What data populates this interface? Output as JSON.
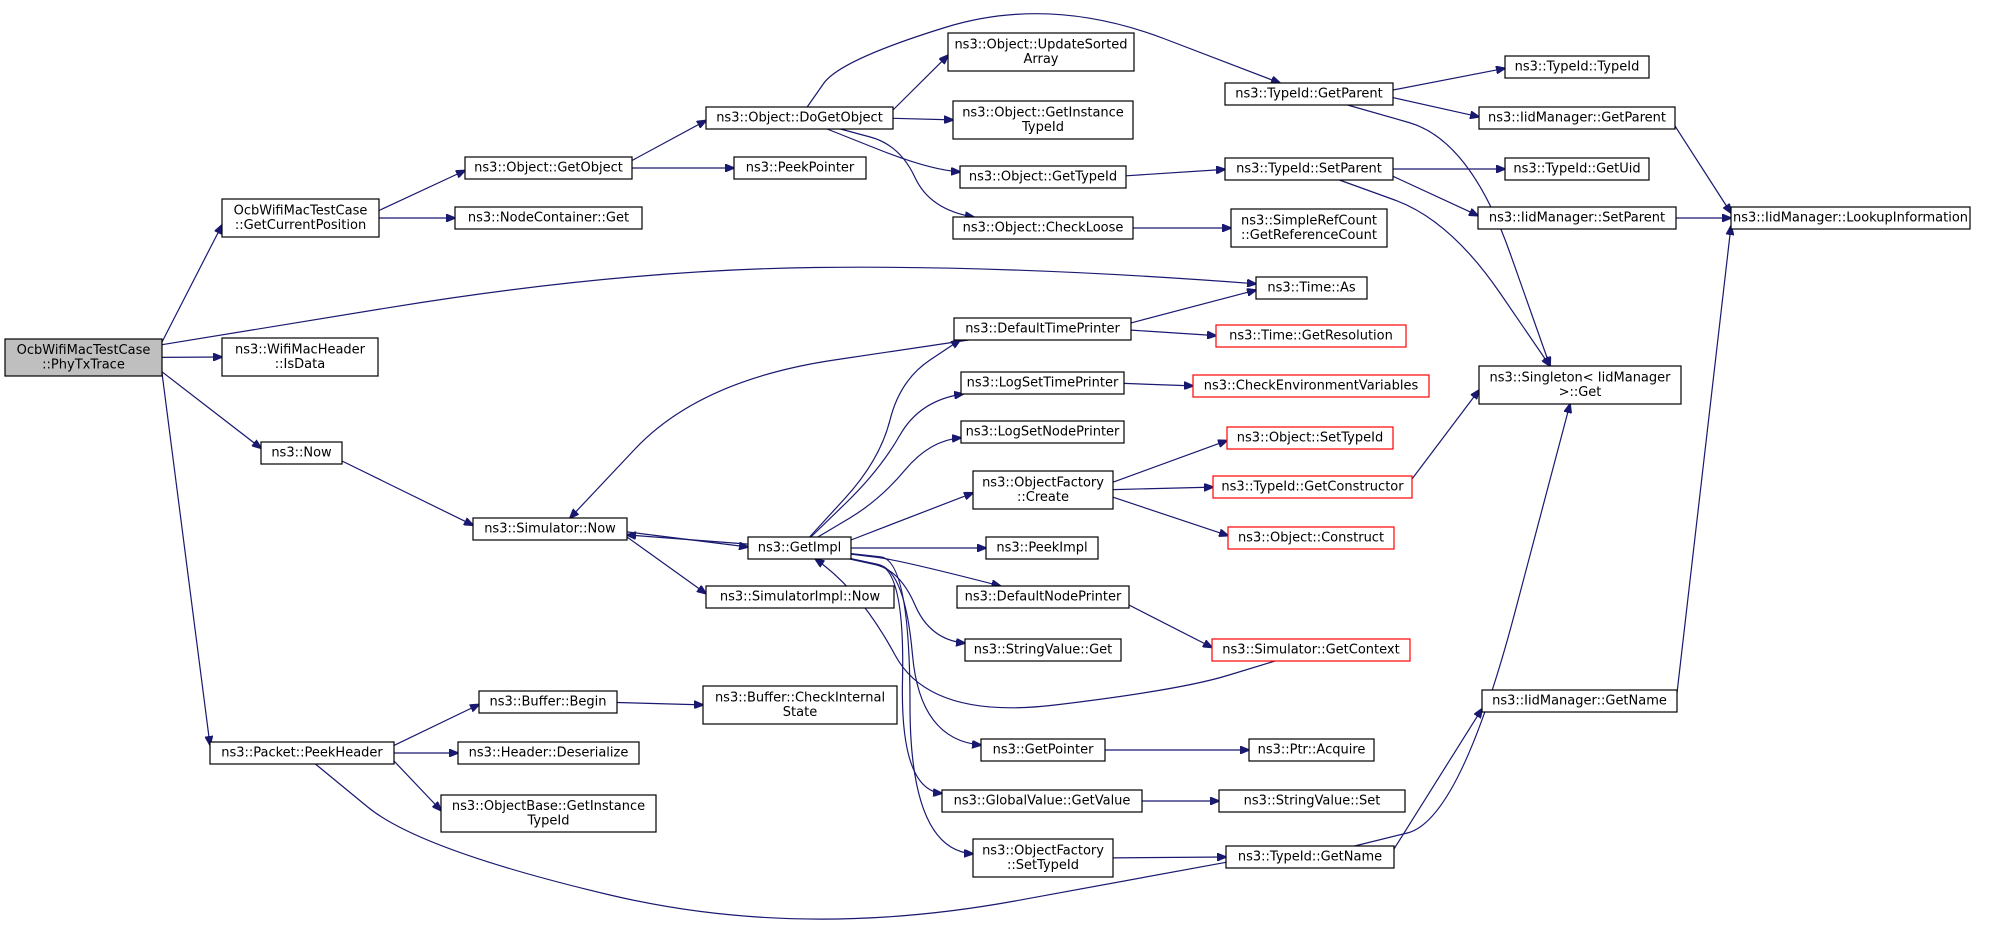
{
  "colors": {
    "edge": "#191970",
    "root_fill": "#bfbfbf",
    "external_border": "#ff0000",
    "border": "#000000",
    "background": "#ffffff"
  },
  "nodes": [
    {
      "id": "root",
      "lines": [
        "OcbWifiMacTestCase",
        "::PhyTxTrace"
      ],
      "style": "root"
    },
    {
      "id": "getcurpos",
      "lines": [
        "OcbWifiMacTestCase",
        "::GetCurrentPosition"
      ]
    },
    {
      "id": "isdata",
      "lines": [
        "ns3::WifiMacHeader",
        "::IsData"
      ]
    },
    {
      "id": "now",
      "lines": [
        "ns3::Now"
      ]
    },
    {
      "id": "peekheader",
      "lines": [
        "ns3::Packet::PeekHeader"
      ]
    },
    {
      "id": "getobject",
      "lines": [
        "ns3::Object::GetObject"
      ]
    },
    {
      "id": "nodecontainer",
      "lines": [
        "ns3::NodeContainer::Get"
      ]
    },
    {
      "id": "simnow",
      "lines": [
        "ns3::Simulator::Now"
      ]
    },
    {
      "id": "bufbegin",
      "lines": [
        "ns3::Buffer::Begin"
      ]
    },
    {
      "id": "deserialize",
      "lines": [
        "ns3::Header::Deserialize"
      ]
    },
    {
      "id": "objbasegetinst",
      "lines": [
        "ns3::ObjectBase::GetInstance",
        "TypeId"
      ]
    },
    {
      "id": "dogetobject",
      "lines": [
        "ns3::Object::DoGetObject"
      ]
    },
    {
      "id": "peekpointer",
      "lines": [
        "ns3::PeekPointer"
      ]
    },
    {
      "id": "getimpl",
      "lines": [
        "ns3::GetImpl"
      ]
    },
    {
      "id": "simimplnow",
      "lines": [
        "ns3::SimulatorImpl::Now"
      ]
    },
    {
      "id": "bufcheck",
      "lines": [
        "ns3::Buffer::CheckInternal",
        "State"
      ]
    },
    {
      "id": "updatesorted",
      "lines": [
        "ns3::Object::UpdateSorted",
        "Array"
      ]
    },
    {
      "id": "getinsttypeid",
      "lines": [
        "ns3::Object::GetInstance",
        "TypeId"
      ]
    },
    {
      "id": "objgettypeid",
      "lines": [
        "ns3::Object::GetTypeId"
      ]
    },
    {
      "id": "checkloose",
      "lines": [
        "ns3::Object::CheckLoose"
      ]
    },
    {
      "id": "deftimeprinter",
      "lines": [
        "ns3::DefaultTimePrinter"
      ]
    },
    {
      "id": "logsettime",
      "lines": [
        "ns3::LogSetTimePrinter"
      ]
    },
    {
      "id": "logsetnode",
      "lines": [
        "ns3::LogSetNodePrinter"
      ]
    },
    {
      "id": "objfactcreate",
      "lines": [
        "ns3::ObjectFactory",
        "::Create"
      ]
    },
    {
      "id": "peekimpl",
      "lines": [
        "ns3::PeekImpl"
      ]
    },
    {
      "id": "defnodeprinter",
      "lines": [
        "ns3::DefaultNodePrinter"
      ]
    },
    {
      "id": "strvalget",
      "lines": [
        "ns3::StringValue::Get"
      ]
    },
    {
      "id": "getpointer",
      "lines": [
        "ns3::GetPointer"
      ]
    },
    {
      "id": "globalgetvalue",
      "lines": [
        "ns3::GlobalValue::GetValue"
      ]
    },
    {
      "id": "objfactsettype",
      "lines": [
        "ns3::ObjectFactory",
        "::SetTypeId"
      ]
    },
    {
      "id": "typeidgetparent",
      "lines": [
        "ns3::TypeId::GetParent"
      ]
    },
    {
      "id": "typeidsetparent",
      "lines": [
        "ns3::TypeId::SetParent"
      ]
    },
    {
      "id": "simplerefcount",
      "lines": [
        "ns3::SimpleRefCount",
        "::GetReferenceCount"
      ]
    },
    {
      "id": "timeas",
      "lines": [
        "ns3::Time::As"
      ]
    },
    {
      "id": "timegetres",
      "lines": [
        "ns3::Time::GetResolution"
      ],
      "style": "red"
    },
    {
      "id": "checkenv",
      "lines": [
        "ns3::CheckEnvironmentVariables"
      ],
      "style": "red"
    },
    {
      "id": "objsettypeid",
      "lines": [
        "ns3::Object::SetTypeId"
      ],
      "style": "red"
    },
    {
      "id": "typeidgetctor",
      "lines": [
        "ns3::TypeId::GetConstructor"
      ],
      "style": "red"
    },
    {
      "id": "objconstruct",
      "lines": [
        "ns3::Object::Construct"
      ],
      "style": "red"
    },
    {
      "id": "simgetcontext",
      "lines": [
        "ns3::Simulator::GetContext"
      ],
      "style": "red"
    },
    {
      "id": "ptracquire",
      "lines": [
        "ns3::Ptr::Acquire"
      ]
    },
    {
      "id": "strvalset",
      "lines": [
        "ns3::StringValue::Set"
      ]
    },
    {
      "id": "typeidgetname",
      "lines": [
        "ns3::TypeId::GetName"
      ]
    },
    {
      "id": "typeidtypeid",
      "lines": [
        "ns3::TypeId::TypeId"
      ]
    },
    {
      "id": "iidgetparent",
      "lines": [
        "ns3::IidManager::GetParent"
      ]
    },
    {
      "id": "typeidgetuid",
      "lines": [
        "ns3::TypeId::GetUid"
      ]
    },
    {
      "id": "iidsetparent",
      "lines": [
        "ns3::IidManager::SetParent"
      ]
    },
    {
      "id": "singletonget",
      "lines": [
        "ns3::Singleton< IidManager",
        " >::Get"
      ]
    },
    {
      "id": "iidgetname",
      "lines": [
        "ns3::IidManager::GetName"
      ]
    },
    {
      "id": "iidlookup",
      "lines": [
        "ns3::IidManager::LookupInformation"
      ]
    }
  ],
  "edges": [
    [
      "root",
      "getcurpos"
    ],
    [
      "root",
      "timeas"
    ],
    [
      "root",
      "isdata"
    ],
    [
      "root",
      "now"
    ],
    [
      "root",
      "peekheader"
    ],
    [
      "getcurpos",
      "getobject"
    ],
    [
      "getcurpos",
      "nodecontainer"
    ],
    [
      "now",
      "simnow"
    ],
    [
      "peekheader",
      "bufbegin"
    ],
    [
      "peekheader",
      "deserialize"
    ],
    [
      "peekheader",
      "objbasegetinst"
    ],
    [
      "peekheader",
      "typeidgetname"
    ],
    [
      "getobject",
      "dogetobject"
    ],
    [
      "getobject",
      "peekpointer"
    ],
    [
      "simnow",
      "getimpl"
    ],
    [
      "simnow",
      "simimplnow"
    ],
    [
      "bufbegin",
      "bufcheck"
    ],
    [
      "dogetobject",
      "updatesorted"
    ],
    [
      "dogetobject",
      "getinsttypeid"
    ],
    [
      "dogetobject",
      "objgettypeid"
    ],
    [
      "dogetobject",
      "checkloose"
    ],
    [
      "dogetobject",
      "typeidgetparent"
    ],
    [
      "getimpl",
      "deftimeprinter"
    ],
    [
      "getimpl",
      "logsettime"
    ],
    [
      "getimpl",
      "logsetnode"
    ],
    [
      "getimpl",
      "objfactcreate"
    ],
    [
      "getimpl",
      "peekimpl"
    ],
    [
      "getimpl",
      "defnodeprinter"
    ],
    [
      "getimpl",
      "strvalget"
    ],
    [
      "getimpl",
      "getpointer"
    ],
    [
      "getimpl",
      "globalgetvalue"
    ],
    [
      "getimpl",
      "objfactsettype"
    ],
    [
      "getimpl",
      "simnow"
    ],
    [
      "simgetcontext",
      "getimpl"
    ],
    [
      "deftimeprinter",
      "simnow"
    ],
    [
      "deftimeprinter",
      "timeas"
    ],
    [
      "deftimeprinter",
      "timegetres"
    ],
    [
      "logsettime",
      "checkenv"
    ],
    [
      "objfactcreate",
      "objsettypeid"
    ],
    [
      "objfactcreate",
      "typeidgetctor"
    ],
    [
      "objfactcreate",
      "objconstruct"
    ],
    [
      "defnodeprinter",
      "simgetcontext"
    ],
    [
      "getpointer",
      "ptracquire"
    ],
    [
      "globalgetvalue",
      "strvalset"
    ],
    [
      "objfactsettype",
      "typeidgetname"
    ],
    [
      "objgettypeid",
      "typeidsetparent"
    ],
    [
      "checkloose",
      "simplerefcount"
    ],
    [
      "typeidgetparent",
      "typeidtypeid"
    ],
    [
      "typeidgetparent",
      "iidgetparent"
    ],
    [
      "typeidgetparent",
      "singletonget"
    ],
    [
      "typeidsetparent",
      "typeidgetuid"
    ],
    [
      "typeidsetparent",
      "iidsetparent"
    ],
    [
      "typeidsetparent",
      "singletonget"
    ],
    [
      "typeidgetctor",
      "singletonget"
    ],
    [
      "typeidgetname",
      "singletonget"
    ],
    [
      "typeidgetname",
      "iidgetname"
    ],
    [
      "iidgetparent",
      "iidlookup"
    ],
    [
      "iidsetparent",
      "iidlookup"
    ],
    [
      "iidgetname",
      "iidlookup"
    ]
  ]
}
